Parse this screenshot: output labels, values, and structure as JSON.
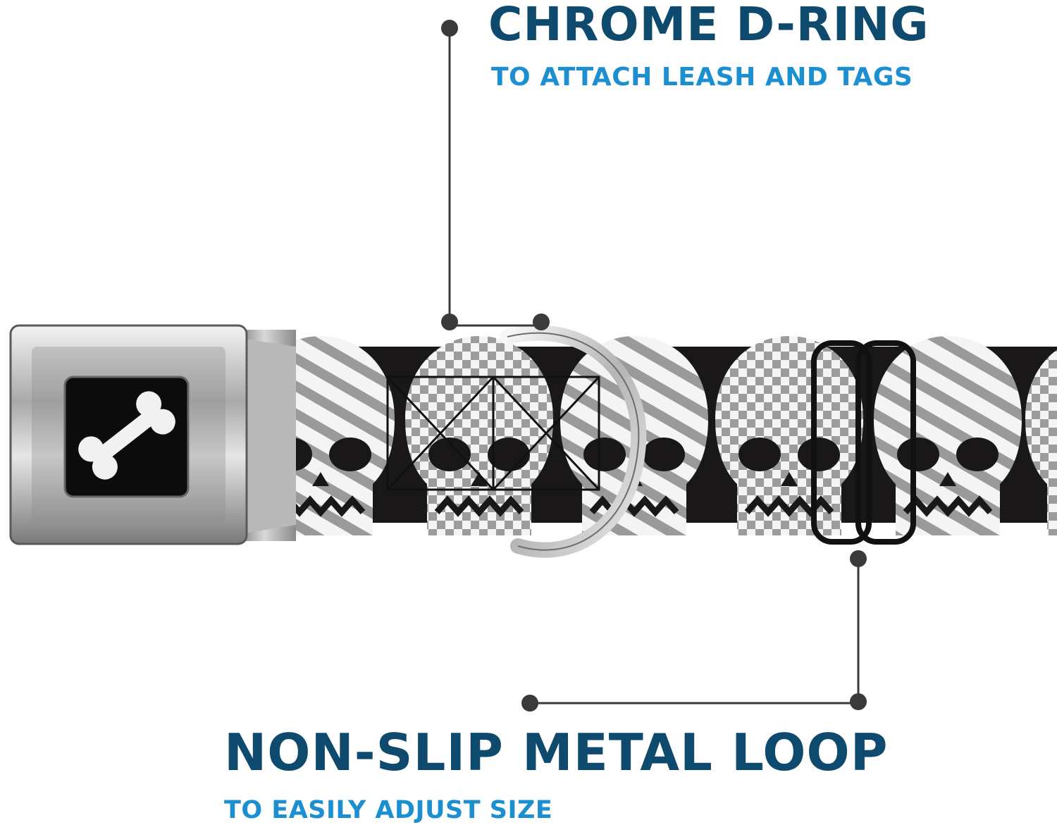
{
  "features": [
    {
      "title": "CHROME D-RING",
      "subtitle": "TO ATTACH LEASH AND TAGS"
    },
    {
      "title": "NON-SLIP METAL LOOP",
      "subtitle": "TO EASILY ADJUST SIZE"
    }
  ],
  "colors": {
    "title": "#0d4a6e",
    "subtitle": "#1b8fd0",
    "callout_line": "#3a3a3a",
    "webbing": "#1a1718",
    "skull": "#f2f2f2",
    "buckle_chrome": "#c9c9c9",
    "d_ring": "#cfcfcf",
    "loop": "#111111"
  },
  "icons": {
    "buckle_logo": "bone-icon",
    "pattern": "skull-icon"
  }
}
